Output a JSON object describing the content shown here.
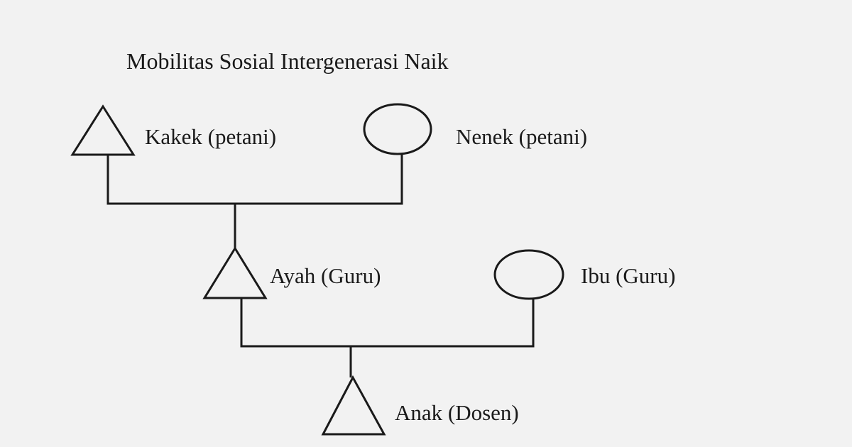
{
  "title": "Mobilitas Sosial Intergenerasi Naik",
  "people": {
    "kakek": {
      "label": "Kakek (petani)",
      "symbol": "triangle"
    },
    "nenek": {
      "label": "Nenek (petani)",
      "symbol": "circle"
    },
    "ayah": {
      "label": "Ayah (Guru)",
      "symbol": "triangle"
    },
    "ibu": {
      "label": "Ibu (Guru)",
      "symbol": "circle"
    },
    "anak": {
      "label": "Anak (Dosen)",
      "symbol": "triangle"
    }
  },
  "colors": {
    "background": "#f2f2f2",
    "stroke": "#1a1a1a"
  }
}
